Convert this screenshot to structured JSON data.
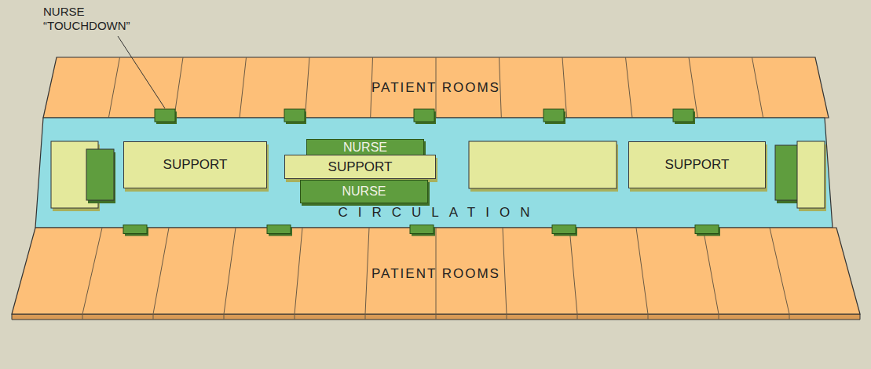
{
  "diagram": {
    "nodes": [
      {
        "text": [
          "PATIENT ROOMS"
        ]
      },
      {
        "text": [
          "CIRCULATION"
        ]
      },
      {
        "text": [
          "SUPPORT"
        ],
        "in": 1
      },
      {
        "text": [
          "NURSE"
        ],
        "in": 1
      },
      {
        "text": [
          "SUPPORT"
        ],
        "in": 1
      },
      {
        "text": [
          "NURSE"
        ],
        "in": 1
      },
      {
        "text": [
          "SUPPORT"
        ],
        "in": 1
      },
      {
        "text": [
          "PATIENT ROOMS"
        ]
      }
    ],
    "labels": [
      "NURSE “TOUCHDOWN”"
    ]
  }
}
